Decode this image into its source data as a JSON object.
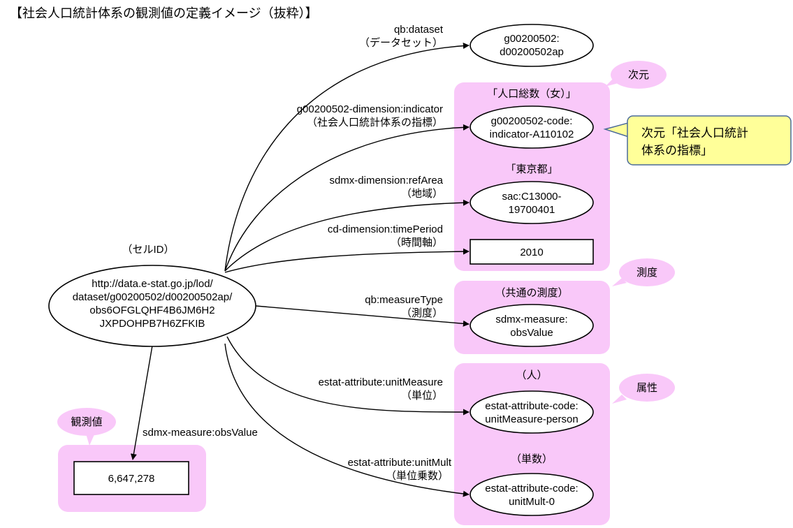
{
  "title": "【社会人口統計体系の観測値の定義イメージ（抜粋）】",
  "subject": {
    "caption": "（セルID）",
    "lines": [
      "http://data.e-stat.go.jp/lod/",
      "dataset/g00200502/d00200502ap/",
      "obs6OFGLQHF4B6JM6H2",
      "JXPDOHPB7H6ZFKIB"
    ]
  },
  "edges": {
    "dataset": {
      "line1": "qb:dataset",
      "line2": "（データセット）"
    },
    "indicator": {
      "line1": "g00200502-dimension:indicator",
      "line2": "（社会人口統計体系の指標）"
    },
    "refArea": {
      "line1": "sdmx-dimension:refArea",
      "line2": "（地域）"
    },
    "timePeriod": {
      "line1": "cd-dimension:timePeriod",
      "line2": "（時間軸）"
    },
    "measureType": {
      "line1": "qb:measureType",
      "line2": "（測度）"
    },
    "unitMeasure": {
      "line1": "estat-attribute:unitMeasure",
      "line2": "（単位）"
    },
    "unitMult": {
      "line1": "estat-attribute:unitMult",
      "line2": "（単位乗数）"
    },
    "obsValue": {
      "line1": "sdmx-measure:obsValue"
    }
  },
  "nodes": {
    "dataset": {
      "lines": [
        "g00200502:",
        "d00200502ap"
      ]
    },
    "indicator": {
      "caption": "「人口総数（女）」",
      "lines": [
        "g00200502-code:",
        "indicator-A110102"
      ]
    },
    "refArea": {
      "caption": "「東京都」",
      "lines": [
        "sac:C13000-",
        "19700401"
      ]
    },
    "timePeriod": {
      "value": "2010"
    },
    "measureType": {
      "caption": "（共通の測度）",
      "lines": [
        "sdmx-measure:",
        "obsValue"
      ]
    },
    "unitMeasure": {
      "caption": "（人）",
      "lines": [
        "estat-attribute-code:",
        "unitMeasure-person"
      ]
    },
    "unitMult": {
      "caption": "（単数）",
      "lines": [
        "estat-attribute-code:",
        "unitMult-0"
      ]
    },
    "obsValue": {
      "value": "6,647,278"
    }
  },
  "callouts": {
    "dimension": "次元",
    "measure": "測度",
    "attribute": "属性",
    "observation": "観測値"
  },
  "note": {
    "lines": [
      "次元「社会人口統計",
      "体系の指標」"
    ]
  },
  "colors": {
    "group_fill": "#f9c8f9",
    "note_fill": "#ffff99",
    "note_stroke": "#4a6a9a",
    "line": "#000000"
  }
}
